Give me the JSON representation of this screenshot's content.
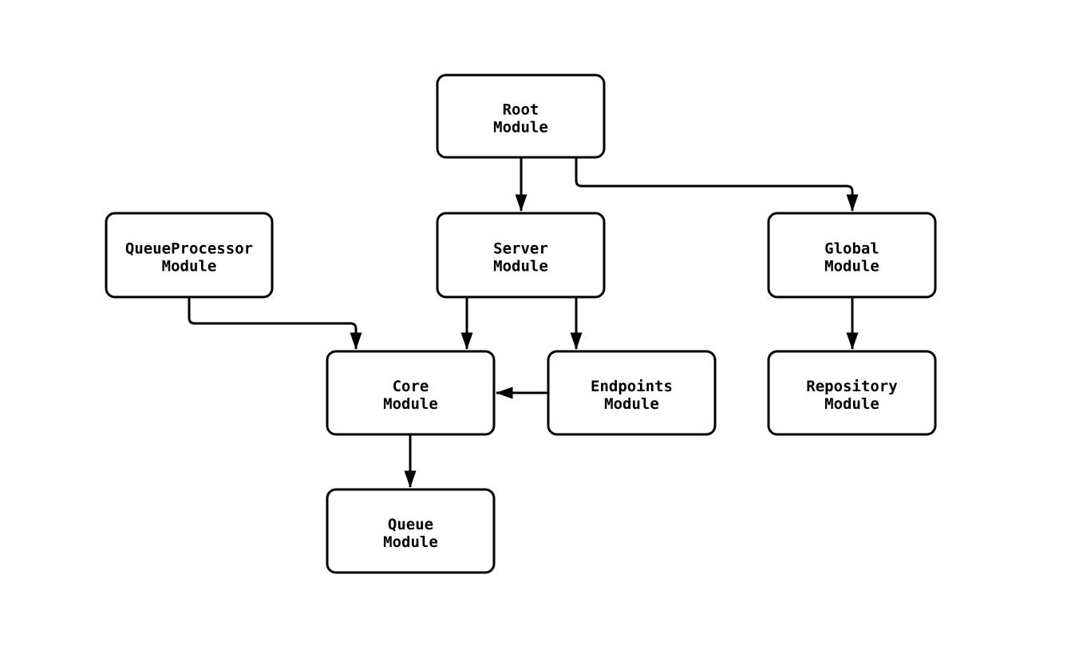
{
  "diagram": {
    "type": "module-dependency-flowchart",
    "colors": {
      "background": "#ffffff",
      "node_fill": "#ffffff",
      "node_border": "#000000",
      "edge": "#000000",
      "text": "#000000"
    },
    "nodes": [
      {
        "id": "root",
        "line1": "Root",
        "line2": "Module"
      },
      {
        "id": "queueprocessor",
        "line1": "QueueProcessor",
        "line2": "Module"
      },
      {
        "id": "server",
        "line1": "Server",
        "line2": "Module"
      },
      {
        "id": "global",
        "line1": "Global",
        "line2": "Module"
      },
      {
        "id": "core",
        "line1": "Core",
        "line2": "Module"
      },
      {
        "id": "endpoints",
        "line1": "Endpoints",
        "line2": "Module"
      },
      {
        "id": "repository",
        "line1": "Repository",
        "line2": "Module"
      },
      {
        "id": "queue",
        "line1": "Queue",
        "line2": "Module"
      }
    ],
    "edges": [
      {
        "from": "root",
        "to": "server"
      },
      {
        "from": "root",
        "to": "global"
      },
      {
        "from": "queueprocessor",
        "to": "core"
      },
      {
        "from": "server",
        "to": "core"
      },
      {
        "from": "server",
        "to": "endpoints"
      },
      {
        "from": "endpoints",
        "to": "core"
      },
      {
        "from": "global",
        "to": "repository"
      },
      {
        "from": "core",
        "to": "queue"
      }
    ]
  }
}
